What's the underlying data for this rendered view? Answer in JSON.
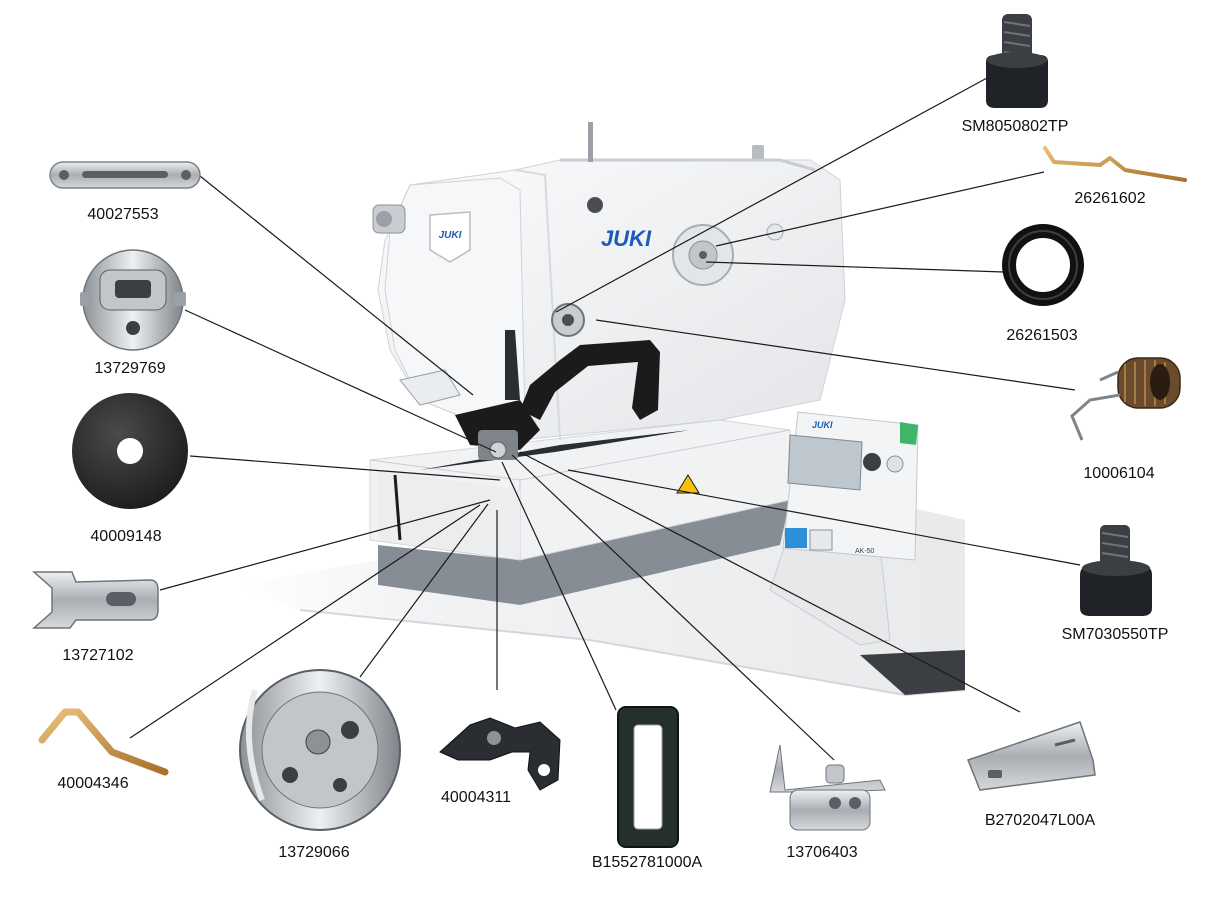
{
  "brand": {
    "logo": "JUKI",
    "panel_label": "AK-50"
  },
  "colors": {
    "brand_blue": "#1e5bb8",
    "machine_white": "#f3f4f5",
    "arm_black": "#1b1b1b",
    "base_gray": "#8e959c",
    "panel_green": "#3fb56a",
    "brass": "#c8923a"
  },
  "parts": [
    {
      "id": "40027553",
      "icon": "slotted-plate-icon"
    },
    {
      "id": "13729769",
      "icon": "bobbin-case-icon"
    },
    {
      "id": "40009148",
      "icon": "felt-washer-icon"
    },
    {
      "id": "13727102",
      "icon": "forked-plate-icon"
    },
    {
      "id": "40004346",
      "icon": "bent-wire-icon"
    },
    {
      "id": "13729066",
      "icon": "rotary-hook-icon"
    },
    {
      "id": "40004311",
      "icon": "black-bracket-icon"
    },
    {
      "id": "B1552781000A",
      "icon": "slot-frame-icon"
    },
    {
      "id": "13706403",
      "icon": "guide-bracket-icon"
    },
    {
      "id": "B2702047L00A",
      "icon": "knife-blade-icon"
    },
    {
      "id": "SM8050802TP",
      "icon": "socket-screw-icon"
    },
    {
      "id": "26261602",
      "icon": "wire-spring-icon"
    },
    {
      "id": "26261503",
      "icon": "o-ring-icon"
    },
    {
      "id": "10006104",
      "icon": "torsion-spring-icon"
    },
    {
      "id": "SM7030550TP",
      "icon": "shoulder-screw-icon"
    }
  ]
}
